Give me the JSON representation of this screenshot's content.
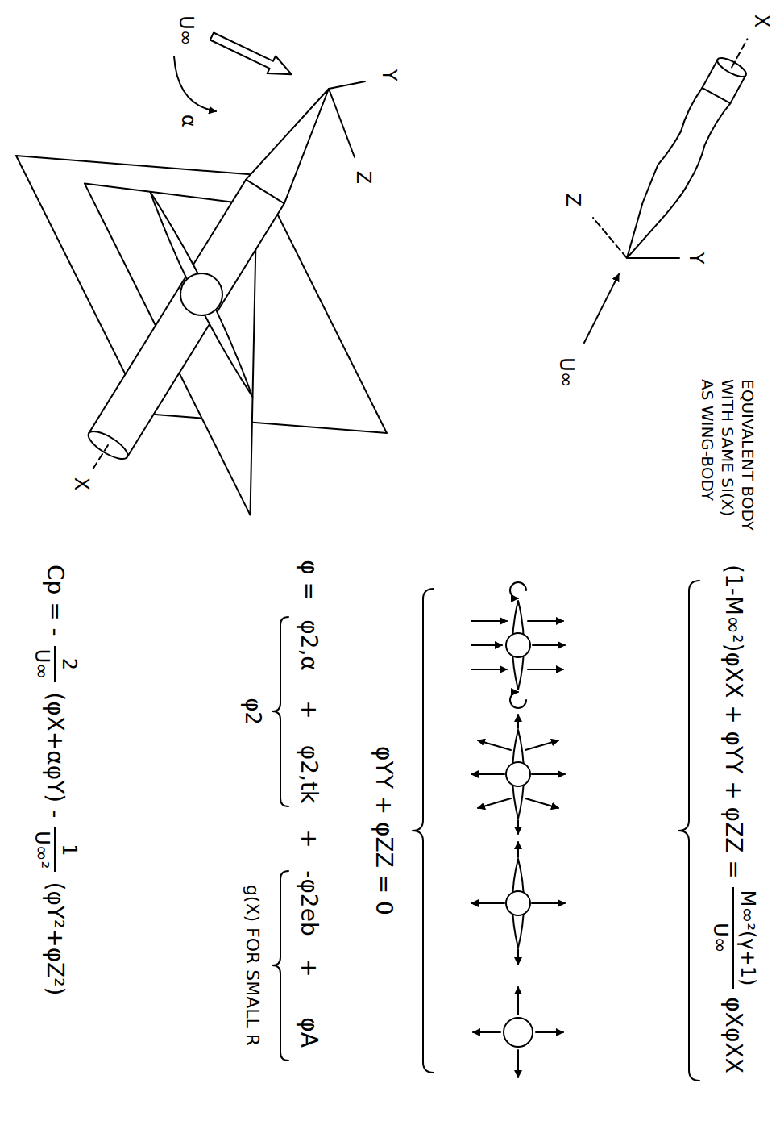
{
  "diagram": {
    "labels": [
      "(1-M∞²)φXX + φYY + φZZ =",
      "M∞²(γ+1)",
      "U∞",
      "φXφXX",
      "Y",
      "Z",
      "U∞",
      "X",
      "EQUIVALENT BODY WITH SAME SI(X) AS WING-BODY",
      "φYY + φZZ = 0",
      "φ =",
      "φ2,α",
      "+",
      "φ2,tk",
      "+",
      "-φ2eb",
      "+",
      "φA",
      "φ2",
      "g(X) FOR SMALL R",
      "Y",
      "Z",
      "X",
      "U∞",
      "α",
      "Cp = -",
      "2",
      "U∞",
      "(φX+αφY) -",
      "1",
      "U∞²",
      "(φY²+φZ²)"
    ]
  }
}
